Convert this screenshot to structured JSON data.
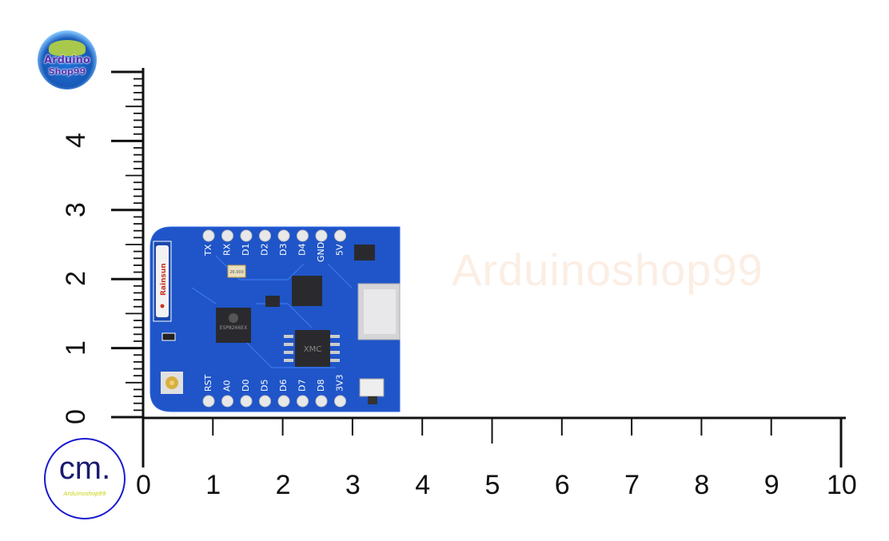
{
  "logo": {
    "line1": "Arduino",
    "line2": "Shop99"
  },
  "watermark": "Arduinoshop99",
  "unit_badge": {
    "text": "cm.",
    "sub": "Arduinoshop99"
  },
  "vertical_ruler": {
    "labels": [
      "0",
      "1",
      "2",
      "3",
      "4"
    ]
  },
  "horizontal_ruler": {
    "labels": [
      "0",
      "1",
      "2",
      "3",
      "4",
      "5",
      "6",
      "7",
      "8",
      "9",
      "10"
    ]
  },
  "board": {
    "color": "#1f55c8",
    "top_pins": [
      "TX",
      "RX",
      "D1",
      "D2",
      "D3",
      "D4",
      "GND",
      "5V"
    ],
    "bottom_pins": [
      "RST",
      "A0",
      "D0",
      "D5",
      "D6",
      "D7",
      "D8",
      "3V3"
    ],
    "antenna_label": "Rainsun",
    "crystal_label": "26.000",
    "esp_label": "ESP8266EX",
    "flash_label": "XMC"
  }
}
